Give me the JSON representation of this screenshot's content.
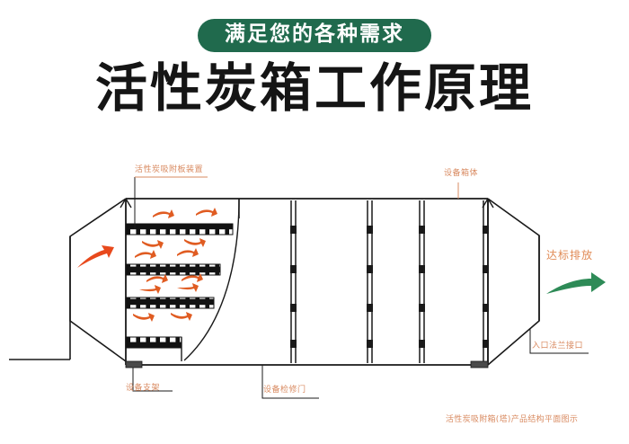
{
  "header": {
    "banner_text": "满足您的各种需求",
    "banner_color": "#206a4d",
    "title": "活性炭箱工作原理",
    "title_color": "#151515"
  },
  "diagram": {
    "caption": "活性炭吸附箱(塔)产品结构平面图示",
    "label_color": "#d98b62",
    "inlet_arrow_color": "#e8491c",
    "outlet_arrow_color": "#2e8b57",
    "line_color": "#1a1a1a",
    "labels": [
      {
        "id": "carbon-plate",
        "text": "活性炭吸附板装置"
      },
      {
        "id": "equipment-body",
        "text": "设备箱体"
      },
      {
        "id": "standard-emission",
        "text": "达标排放"
      },
      {
        "id": "inlet-flange",
        "text": "入口法兰接口"
      },
      {
        "id": "equipment-support",
        "text": "设备支架"
      },
      {
        "id": "maintenance-door",
        "text": "设备检修门"
      }
    ]
  }
}
